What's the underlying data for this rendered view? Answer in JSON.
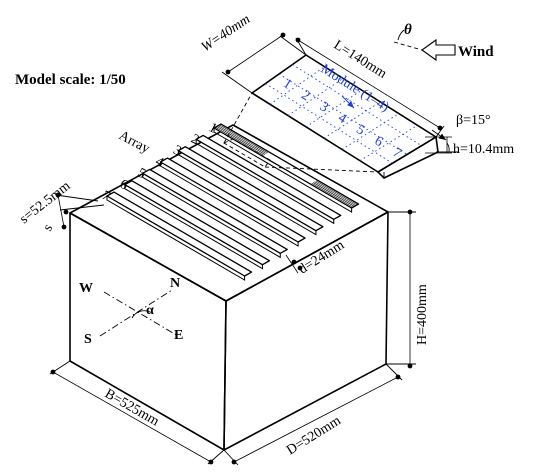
{
  "labels": {
    "model_scale": "Model scale: 1/50",
    "width": "W=40mm",
    "length": "L=140mm",
    "theta": "θ",
    "wind": "Wind",
    "module": "Module (1–4)",
    "beta": "β=15°",
    "height_small": "h=10.4mm",
    "array": "Array",
    "spacing": "s=52.5mm",
    "s_short": "s",
    "d": "d=24mm",
    "H": "H=400mm",
    "B": "B=525mm",
    "D": "D=520mm",
    "compass_w": "W",
    "compass_n": "N",
    "compass_s": "S",
    "compass_e": "E",
    "alpha": "α"
  },
  "array_rows": [
    "1",
    "2",
    "3",
    "4",
    "5",
    "6",
    "7"
  ],
  "module_numbers": [
    "1",
    "2",
    "3",
    "4",
    "5",
    "6",
    "7"
  ]
}
